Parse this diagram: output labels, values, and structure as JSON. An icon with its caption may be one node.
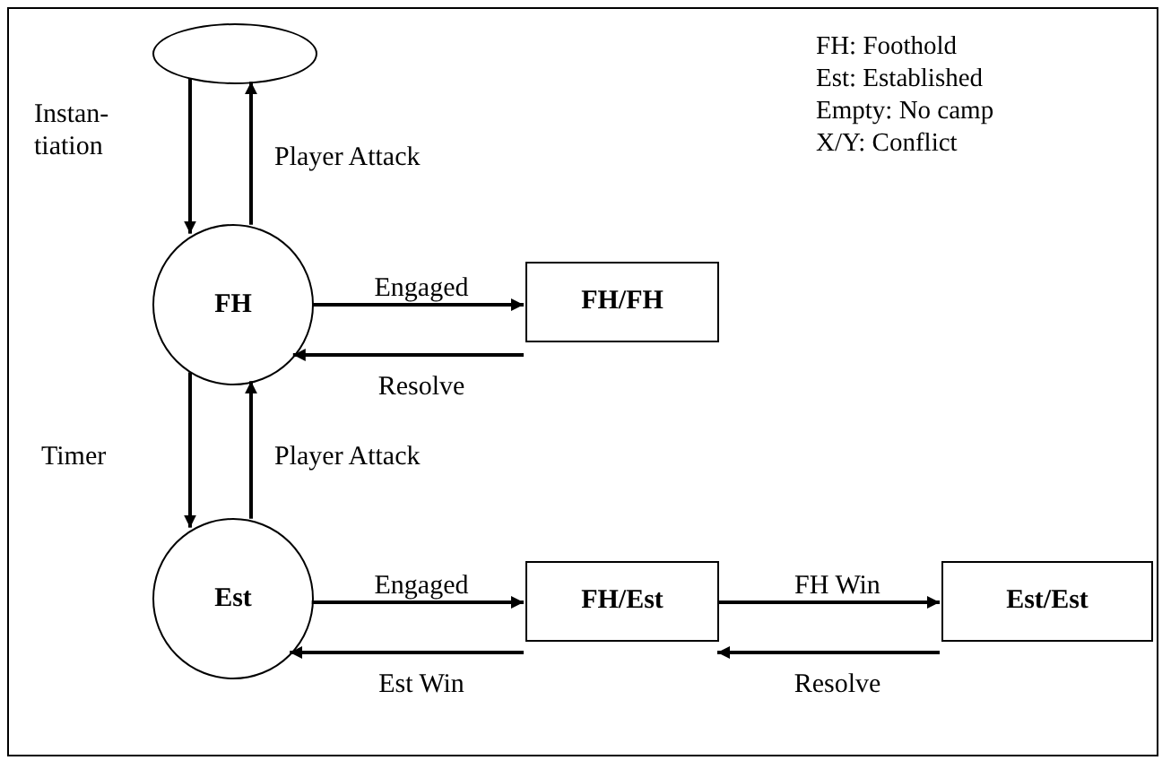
{
  "diagram": {
    "nodes": [
      {
        "text": [],
        "shape": "ellipse"
      },
      {
        "text": [
          "FH"
        ]
      },
      {
        "text": [
          "FH/FH"
        ]
      },
      {
        "text": [
          "Est"
        ]
      },
      {
        "text": [
          "FH/Est"
        ]
      },
      {
        "text": [
          "Est/Est"
        ]
      }
    ],
    "edges": [
      {
        "from": 0,
        "to": 1,
        "arrow": "to",
        "label": "Instan- tiation"
      },
      {
        "from": 1,
        "to": 0,
        "arrow": "to",
        "label": "Player Attack"
      },
      {
        "from": 1,
        "to": 2,
        "arrow": "to",
        "label": "Engaged"
      },
      {
        "from": 2,
        "to": 1,
        "arrow": "to",
        "label": "Resolve"
      },
      {
        "from": 1,
        "to": 3,
        "arrow": "to",
        "label": "Timer"
      },
      {
        "from": 3,
        "to": 1,
        "arrow": "to",
        "label": "Player Attack"
      },
      {
        "from": 3,
        "to": 4,
        "arrow": "to",
        "label": "Engaged"
      },
      {
        "from": 4,
        "to": 3,
        "arrow": "to",
        "label": "Est Win"
      },
      {
        "from": 4,
        "to": 5,
        "arrow": "to",
        "label": "FH Win"
      },
      {
        "from": 5,
        "to": 4,
        "arrow": "to",
        "label": "Resolve"
      }
    ],
    "labels": [
      "FH: Foothold",
      "Est: Established",
      "Empty: No camp",
      "X/Y: Conflict"
    ]
  }
}
